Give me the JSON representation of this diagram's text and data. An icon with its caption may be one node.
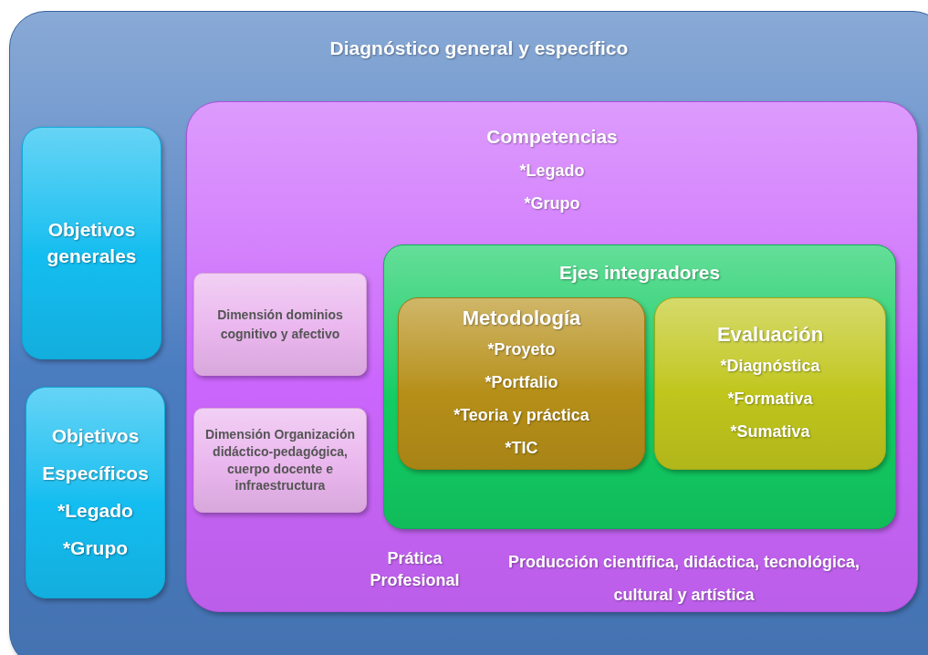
{
  "diagram": {
    "nodes": [
      {
        "text": [
          "Diagnóstico general y específico"
        ]
      },
      {
        "text": [
          "Objetivos generales"
        ],
        "in": 0
      },
      {
        "text": [
          "Objetivos Específicos",
          "*Legado",
          "*Grupo"
        ],
        "in": 0
      },
      {
        "text": [
          "Competencias",
          "*Legado",
          "*Grupo",
          "Prática Profesional",
          "Producción científica, didáctica, tecnológica, cultural y artística"
        ],
        "in": 0
      },
      {
        "text": [
          "Dimensión dominios cognitivo y afectivo"
        ],
        "in": 3
      },
      {
        "text": [
          "Dimensión Organización didáctico-pedagógica, cuerpo docente e infraestructura"
        ],
        "in": 3
      },
      {
        "text": [
          "Ejes integradores"
        ],
        "in": 3
      },
      {
        "text": [
          "Metodología",
          "*Proyeto",
          "*Portfalio",
          "*Teoria y práctica",
          "*TIC"
        ],
        "in": 6
      },
      {
        "text": [
          "Evaluación",
          "*Diagnóstica",
          "*Formativa",
          "*Sumativa"
        ],
        "in": 6
      }
    ]
  }
}
